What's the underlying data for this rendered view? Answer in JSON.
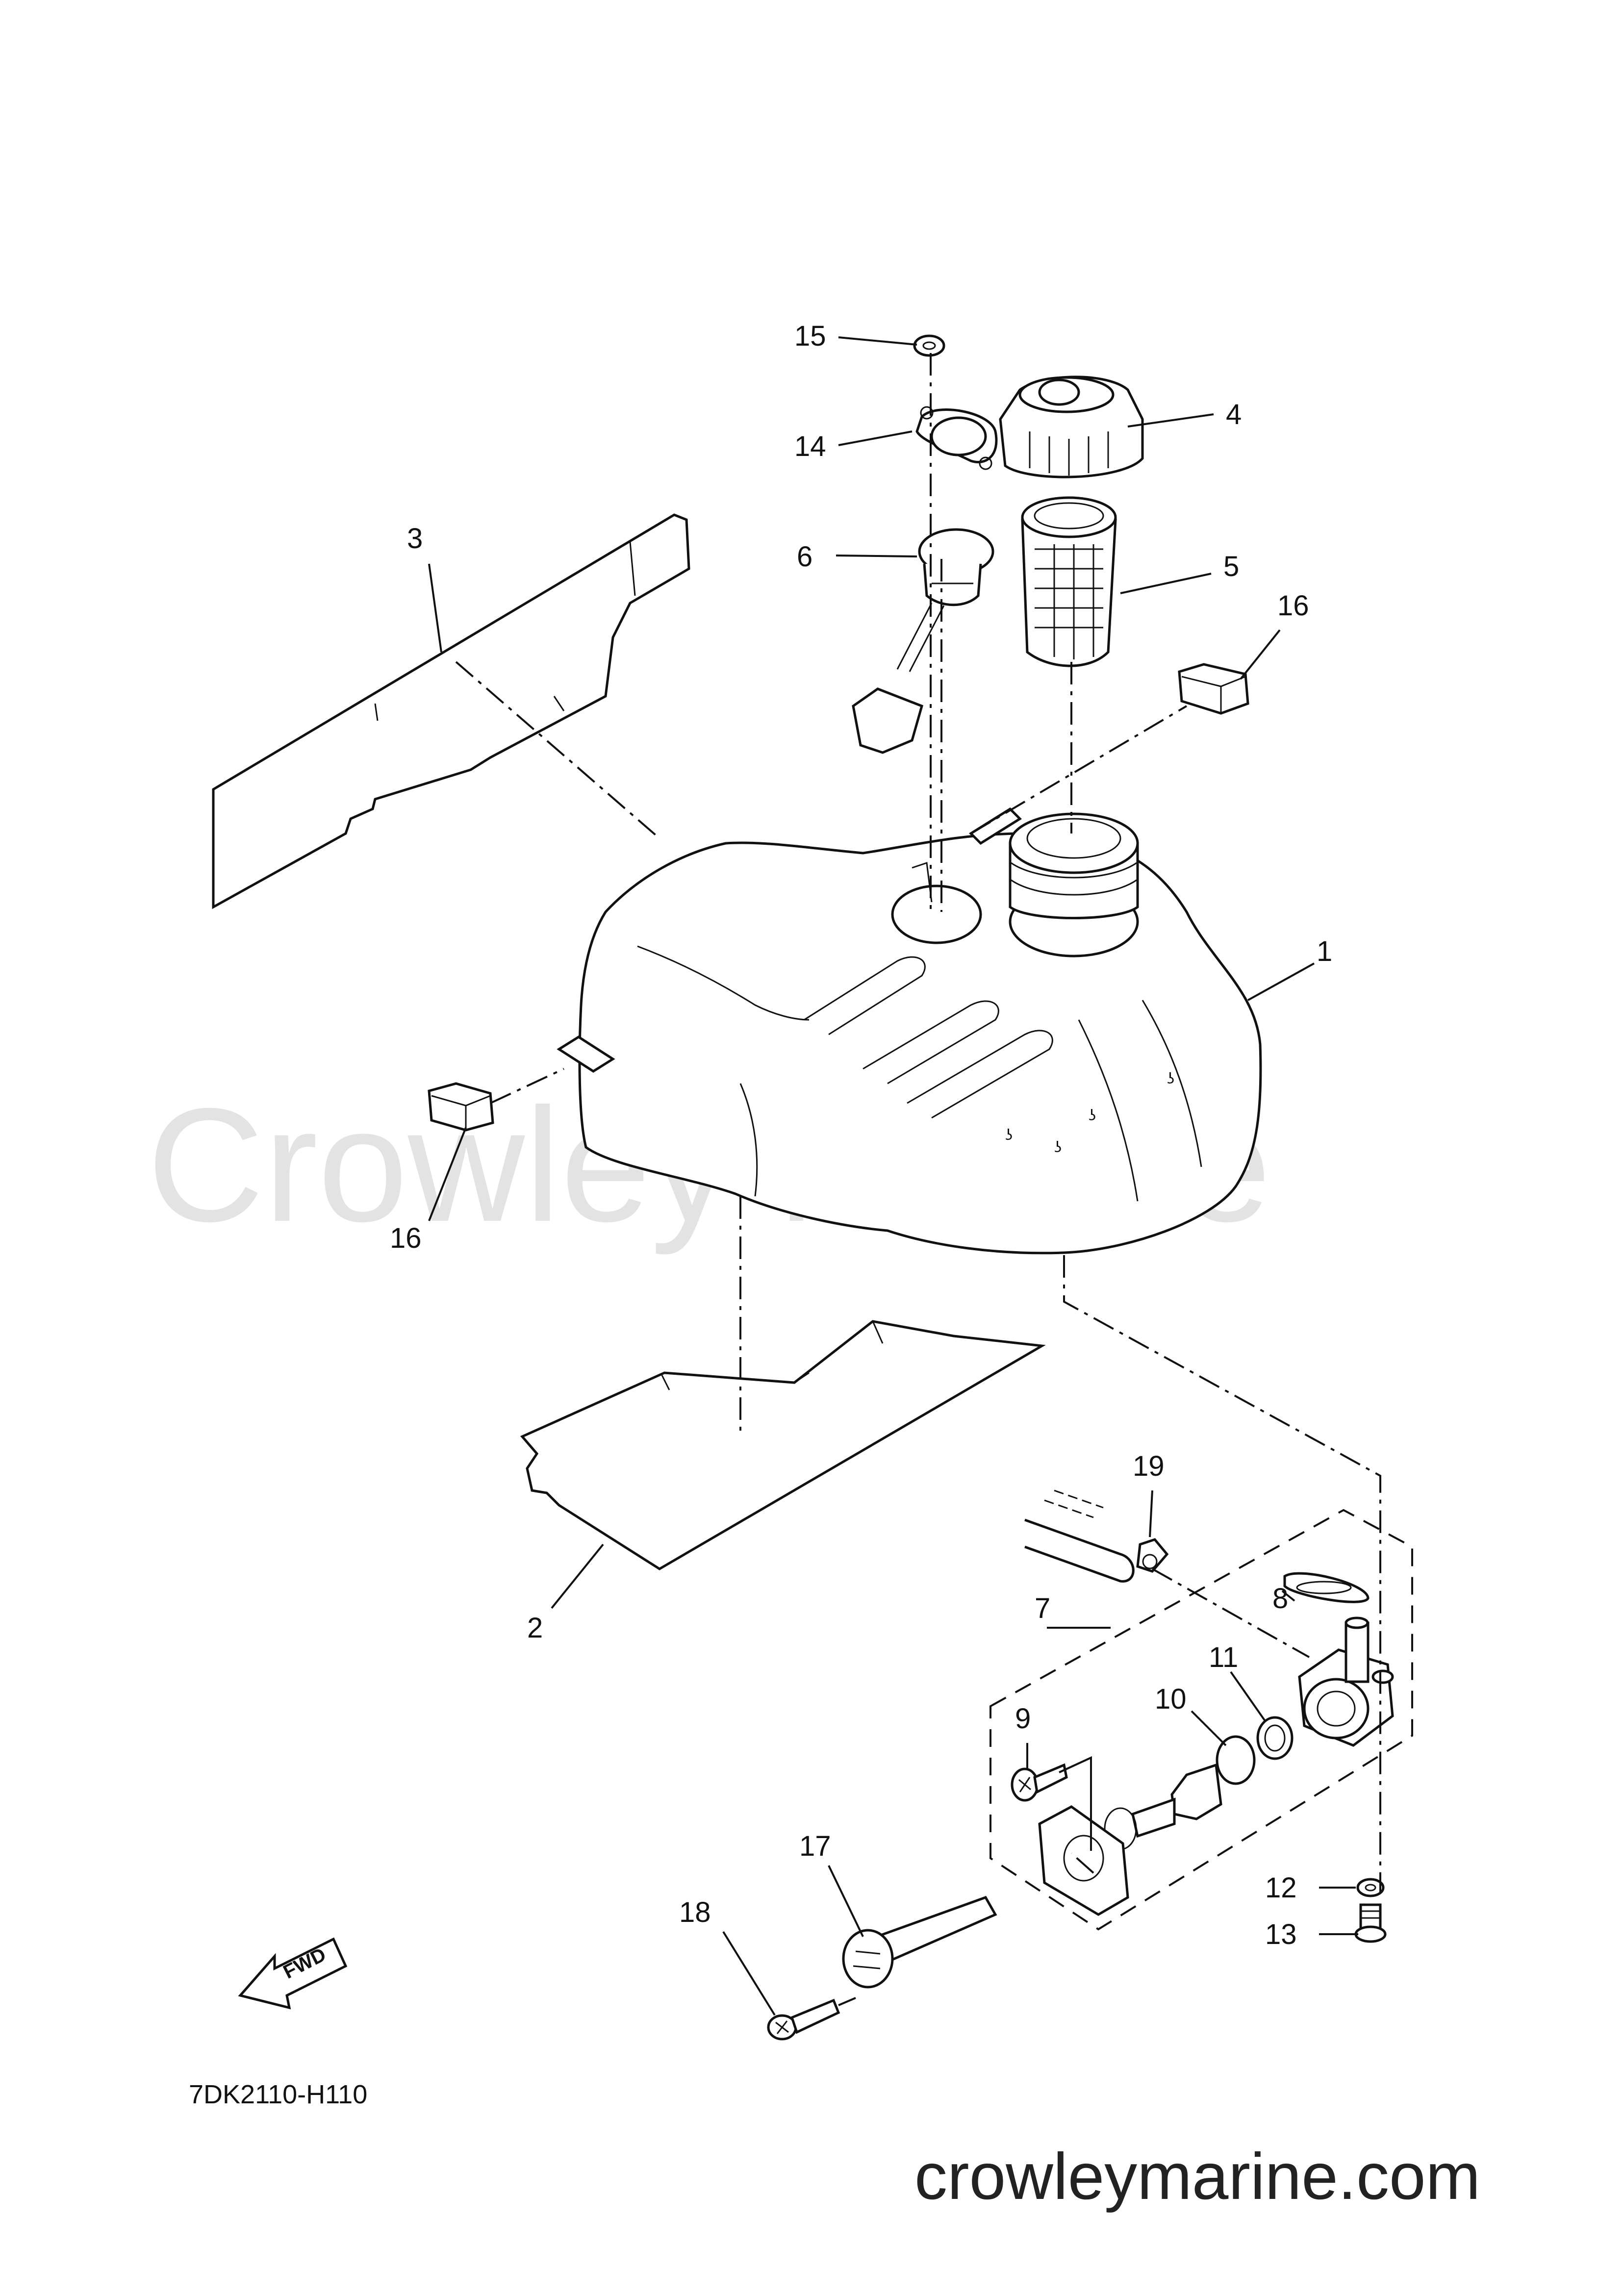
{
  "callouts": {
    "p1": "1",
    "p2": "2",
    "p3": "3",
    "p4": "4",
    "p5": "5",
    "p6": "6",
    "p7": "7",
    "p8": "8",
    "p9": "9",
    "p10": "10",
    "p11": "11",
    "p12": "12",
    "p13": "13",
    "p14": "14",
    "p15": "15",
    "p16a": "16",
    "p16b": "16",
    "p17": "17",
    "p18": "18",
    "p19": "19"
  },
  "fwd_label": "FWD",
  "diagram_code": "7DK2110-H110",
  "watermark": "Crowley Marine",
  "website": "crowleymarine.com"
}
